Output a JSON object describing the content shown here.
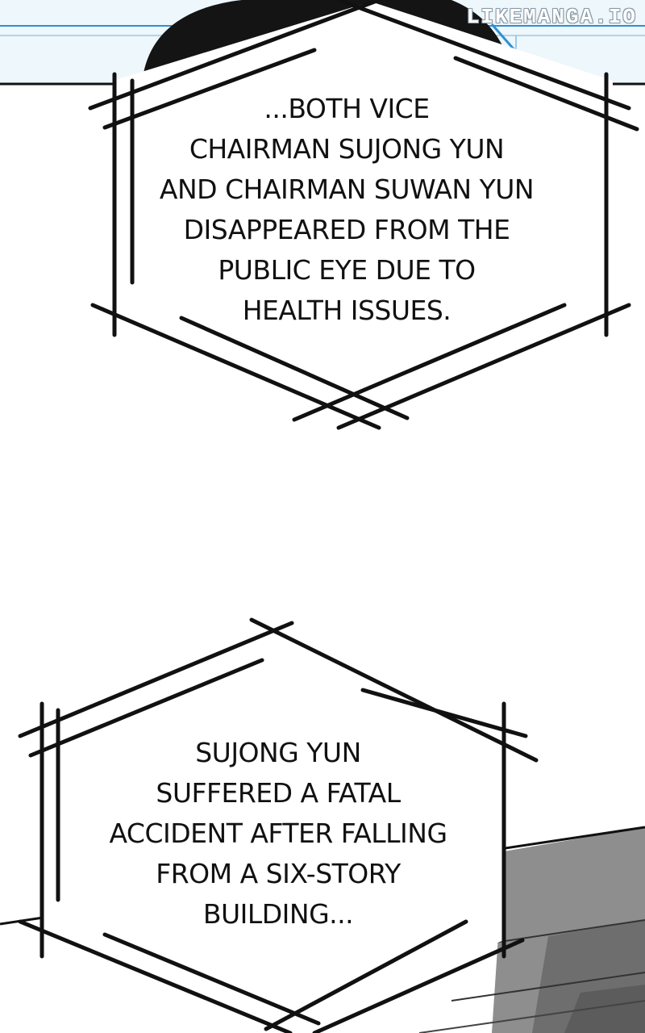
{
  "watermark": "LIKEMANGA.IO",
  "captions": [
    {
      "text": "...BOTH VICE\nCHAIRMAN SUJONG YUN\nAND CHAIRMAN SUWAN YUN\nDISAPPEARED FROM THE\nPUBLIC EYE DUE TO\nHEALTH ISSUES."
    },
    {
      "text": "SUJONG YUN\nSUFFERED A FATAL\nACCIDENT AFTER FALLING\nFROM A SIX-STORY\nBUILDING..."
    }
  ],
  "colors": {
    "sky": "#eef7fc",
    "sky_line": "#2f8fd4",
    "ink": "#111111",
    "floor": "#8e8e8e",
    "floor_dark": "#5c5c5c",
    "paper": "#ffffff"
  }
}
